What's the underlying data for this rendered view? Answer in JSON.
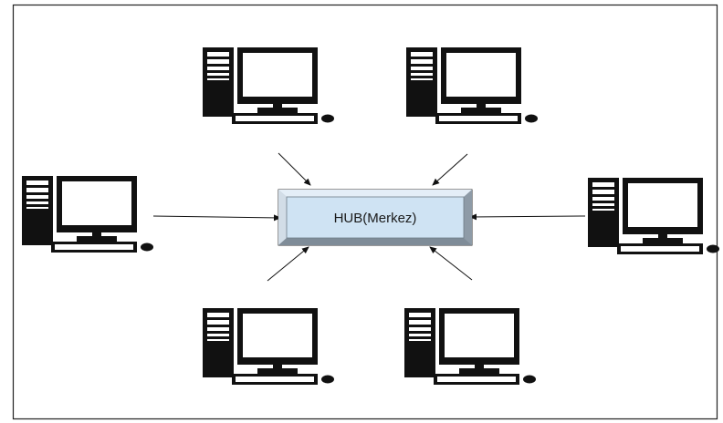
{
  "hub": {
    "label": "HUB(Merkez)"
  },
  "colors": {
    "frame": "#222222",
    "hub_face": "#cfe3f3",
    "hub_bevel_light": "#e6f0f8",
    "hub_bevel_dark": "#8d9aa6",
    "computer": "#111111"
  },
  "nodes": [
    {
      "id": "top-left"
    },
    {
      "id": "top-right"
    },
    {
      "id": "left"
    },
    {
      "id": "right"
    },
    {
      "id": "bottom-left"
    },
    {
      "id": "bottom-right"
    }
  ]
}
